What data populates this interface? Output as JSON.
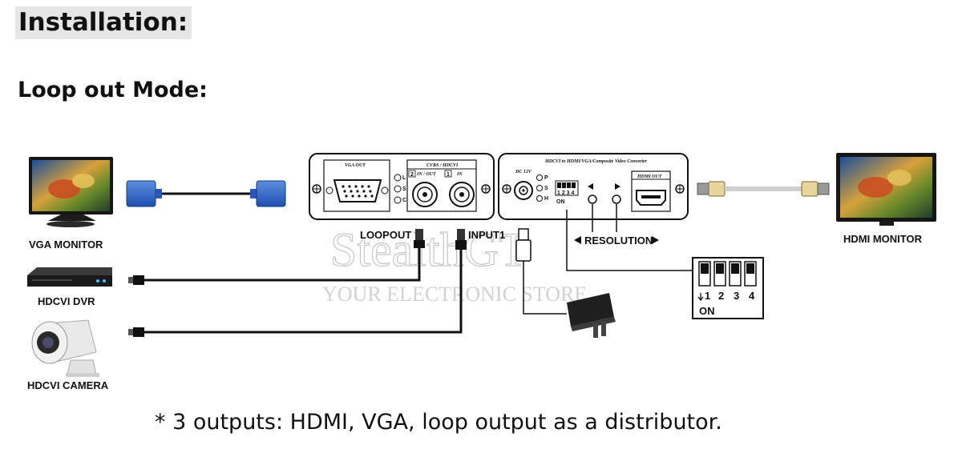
{
  "heading": {
    "title": "Installation:",
    "subtitle": "Loop out Mode:"
  },
  "devices": {
    "vga_monitor": "VGA MONITOR",
    "hdcvi_dvr": "HDCVI DVR",
    "hdcvi_camera": "HDCVI CAMERA",
    "hdmi_monitor": "HDMI MONITOR"
  },
  "converter": {
    "title": "HDCVI to HDMI/VGA/Composite Video Converter",
    "vga_out": "VGA OUT",
    "cvbs_hdcvi": "CVBS / HDCVI",
    "in_out": "IN / OUT",
    "in": "IN",
    "badge_2": "2",
    "badge_1": "1",
    "leds_left": [
      "L",
      "S",
      "C"
    ],
    "leds_right": [
      "P",
      "S",
      "H"
    ],
    "dc": "DC 12V",
    "hdmi_out": "HDMI OUT",
    "dip_numbers": "1 2 3 4",
    "dip_on": "ON"
  },
  "labels": {
    "loopout": "LOOPOUT",
    "input1": "INPUT1",
    "resolution": "RESOLUTION"
  },
  "dip_switch": {
    "numbers": [
      "1",
      "2",
      "3",
      "4"
    ],
    "on_label": "ON"
  },
  "watermark": {
    "brand": "StealthGT",
    "tagline": "YOUR ELECTRONIC STORE"
  },
  "footnote": "* 3 outputs: HDMI, VGA, loop output as a distributor."
}
